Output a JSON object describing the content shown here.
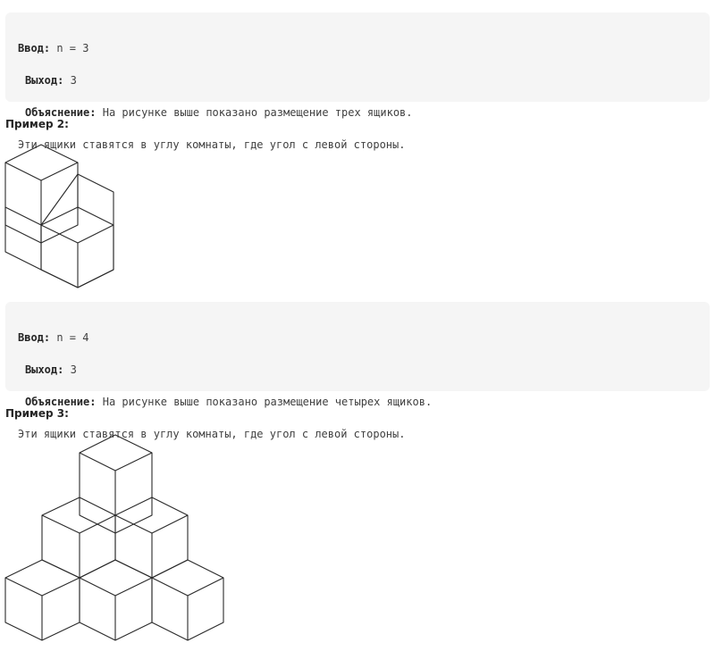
{
  "example1": {
    "input_label": "Ввод:",
    "input_value": "n = 3",
    "output_label": "Выход:",
    "output_value": "3",
    "explanation_label": "Объяснение:",
    "explanation_text": "На рисунке выше показано размещение трех ящиков.",
    "explanation_cont": "Эти ящики ставятся в углу комнаты, где угол с левой стороны."
  },
  "example2": {
    "heading": "Пример 2:",
    "input_label": "Ввод:",
    "input_value": "n = 4",
    "output_label": "Выход:",
    "output_value": "3",
    "explanation_label": "Объяснение:",
    "explanation_text": "На рисунке выше показано размещение четырех ящиков.",
    "explanation_cont": "Эти ящики ставятся в углу комнаты, где угол с левой стороны."
  },
  "example3": {
    "heading": "Пример 3:"
  }
}
